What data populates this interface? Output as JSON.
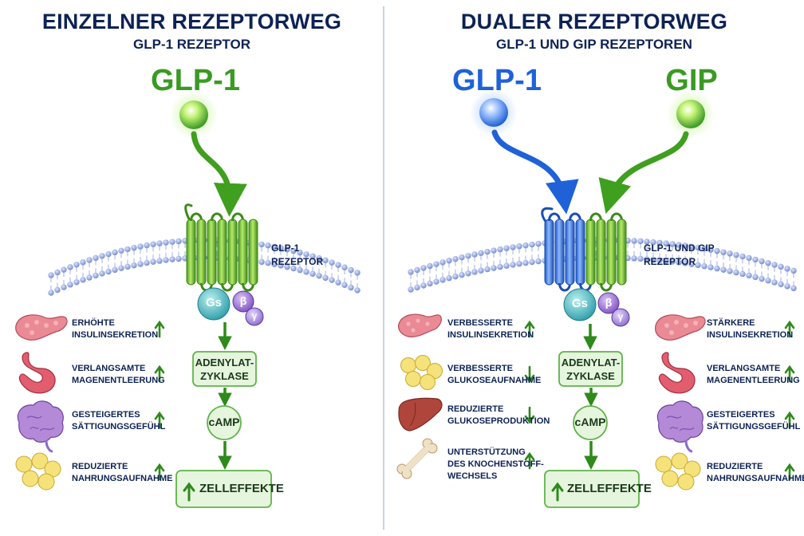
{
  "left": {
    "title": "EINZELNER REZEPTORWEG",
    "subtitle": "GLP-1 REZEPTOR",
    "ligand": "GLP-1",
    "receptor_label": [
      "GLP-1",
      "REZEPTOR"
    ],
    "subunits": {
      "gs": "Gs",
      "beta": "β",
      "gamma": "γ"
    },
    "cascade": {
      "enzyme": [
        "ADENYLAT-",
        "ZYKLASE"
      ],
      "messenger": "cAMP",
      "effect": "ZELLEFFEKTE"
    },
    "effects": [
      {
        "lines": [
          "ERHÖHTE",
          "INSULINSEKRETION"
        ],
        "arrow": "up",
        "icon": "pancreas-icon"
      },
      {
        "lines": [
          "VERLANGSAMTE",
          "MAGENENTLEERUNG"
        ],
        "arrow": "up",
        "icon": "stomach-icon"
      },
      {
        "lines": [
          "GESTEIGERTES",
          "SÄTTIGUNGSGEFÜHL"
        ],
        "arrow": "up",
        "icon": "brain-icon"
      },
      {
        "lines": [
          "REDUZIERTE",
          "NAHRUNGSAUFNAHME"
        ],
        "arrow": "up",
        "icon": "fat-cells-icon"
      }
    ]
  },
  "right": {
    "title": "DUALER REZEPTORWEG",
    "subtitle": "GLP-1 UND GIP REZEPTOREN",
    "ligand_1": "GLP-1",
    "ligand_2": "GIP",
    "receptor_label": [
      "GLP-1 UND GIP",
      "REZEPTOR"
    ],
    "subunits": {
      "gs": "Gs",
      "beta": "β",
      "gamma": "γ"
    },
    "cascade": {
      "enzyme": [
        "ADENYLAT-",
        "ZYKLASE"
      ],
      "messenger": "cAMP",
      "effect": "ZELLEFFEKTE"
    },
    "effects_left": [
      {
        "lines": [
          "VERBESSERTE",
          "INSULINSEKRETION"
        ],
        "arrow": "up",
        "icon": "pancreas-icon"
      },
      {
        "lines": [
          "VERBESSERTE",
          "GLUKOSEAUFNAHME"
        ],
        "arrow": "down",
        "icon": "fat-cells-icon"
      },
      {
        "lines": [
          "REDUZIERTE",
          "GLUKOSEPRODUKTION"
        ],
        "arrow": "down",
        "icon": "liver-icon"
      },
      {
        "lines": [
          "UNTERSTÜTZUNG",
          "DES KNOCHENSTOFF-",
          "WECHSELS"
        ],
        "arrow": "up",
        "icon": "bone-icon"
      }
    ],
    "effects_right": [
      {
        "lines": [
          "STÄRKERE",
          "INSULINSEKRETION"
        ],
        "arrow": "up",
        "icon": "pancreas-icon"
      },
      {
        "lines": [
          "VERLANGSAMTE",
          "MAGENENTLEERUNG"
        ],
        "arrow": "up",
        "icon": "stomach-icon"
      },
      {
        "lines": [
          "GESTEIGERTES",
          "SÄTTIGUNGSGEFÜHL"
        ],
        "arrow": "up",
        "icon": "brain-icon"
      },
      {
        "lines": [
          "REDUZIERTE",
          "NAHRUNGSAUFNAHME"
        ],
        "arrow": "up",
        "icon": "fat-cells-icon"
      }
    ]
  },
  "colors": {
    "navy": "#0d2255",
    "green": "#3a9a22",
    "blue": "#1f62d8",
    "box_fill": "#e6f5dd",
    "box_border": "#5fb34a",
    "membrane": "#8c9fd8"
  }
}
